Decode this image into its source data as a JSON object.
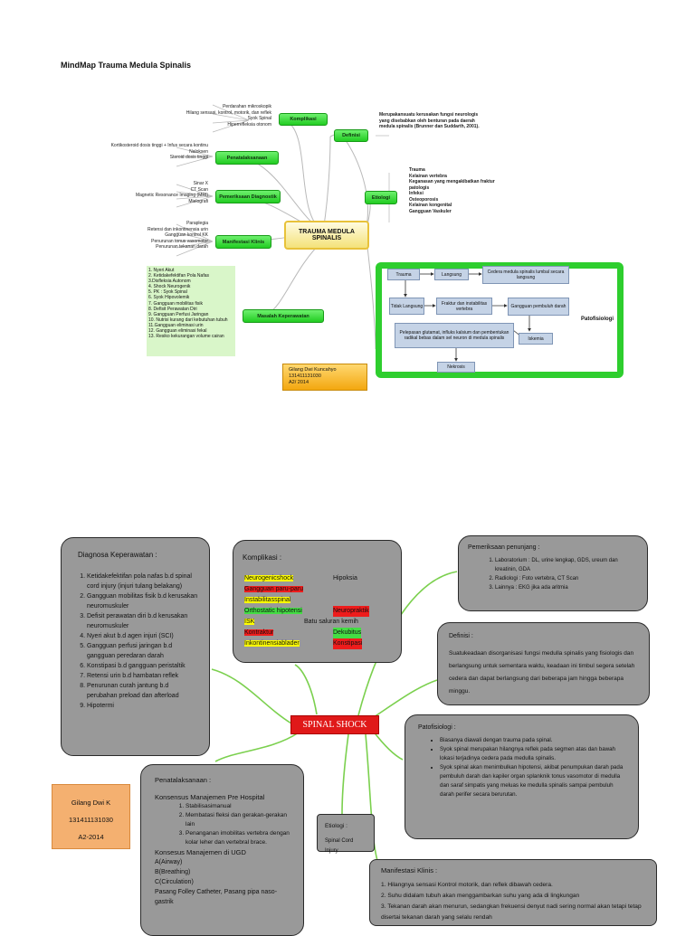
{
  "page_title": "MindMap Trauma Medula Spinalis",
  "mindmap": {
    "center": "TRAUMA MEDULA SPINALIS",
    "komplikasi": {
      "label": "Komplikasi",
      "items": [
        "Perdarahan mikroskopik",
        "Hilang sensasi, kontrol, motorik, dan reflek",
        "Syok Spinal",
        "Hiperrefleksia otonom"
      ]
    },
    "penatalaksanaan": {
      "label": "Penatalaksanaan",
      "items": [
        "Kortikosteroid dosis tinggi + Infus secara kontinu",
        "Naloksen",
        "Steroid dosis tinggi"
      ]
    },
    "pemeriksaan": {
      "label": "Pemeriksaan Diagnostik",
      "items": [
        "Sinar X",
        "CT Scan",
        "Magnetic Resonance Imaging (MRI)",
        "Mielografi"
      ]
    },
    "manifestasi": {
      "label": "Manifestasi Klinis",
      "items": [
        "Paraplegia",
        "Retensi dan inkontinensia urin",
        "Gangguan kontrol KK",
        "Penurunan tonus vasomotor",
        "Penurunan tekanan darah"
      ]
    },
    "masalah": {
      "label": "Masalah Keperawatan",
      "items": [
        "1. Nyeri Akut",
        "2. Ketidakefektifan Pola Nafas",
        "3.Disfleksia Autonom",
        "4. Shock Neurogenik",
        "5. PK : Syok Spinal",
        "6. Syok Hipovolemik",
        "7. Gangguan mobilitas fisik",
        "8. Defisit Perawatan Diri",
        "9. Gangguan Perfusi Jaringan",
        "10. Nutrisi kurang dari kebutuhan tubuh",
        "11.Gangguan eliminasi urin",
        "12. Gangguan eliminasi fekal",
        "13. Resiko kekurangan volume cairan"
      ]
    },
    "definisi": {
      "label": "Definisi",
      "text": "Merupakansuatu kerusakan fungsi neurologis yang disebabkan oleh benturan pada daerah medula spinalis (Brunner dan Suddarth, 2001)."
    },
    "etiologi": {
      "label": "Etiologi",
      "items": [
        "Trauma",
        "Kelainan vertebra",
        "Keganasan yang mengakibatkan fraktur patologis",
        "Infeksi",
        "Osteoporosis",
        "Kelainan kongenital",
        "Gangguan Vaskuler"
      ]
    },
    "patofisiologi": {
      "label": "Patofisiologi",
      "boxes": {
        "trauma": "Trauma",
        "langsung": "Langsung",
        "cedera": "Cedera medula spinalis lumbal secara langsung",
        "tidak": "Tidak Langsung",
        "fraktur": "Fraktur dan instabilitas vertebra",
        "gangguan": "Gangguan pembuluh darah",
        "pelepasan": "Pelepasan glutamat, influks kalsium dan pembentukan radikal bebas dalam sel neuron di medula spinalis",
        "iskemia": "Iskemia",
        "nekrosis": "Nekrosis"
      }
    },
    "author": [
      "Gilang Dwi Kuncahyo",
      "131411131030",
      "A2/ 2014"
    ]
  },
  "shock_map": {
    "center": "SPINAL SHOCK",
    "diagnosa": {
      "title": "Diagnosa Keperawatan :",
      "items": [
        "Ketidakefektifan pola nafas b.d spinal cord injury (injuri tulang belakang)",
        "Gangguan mobilitas fisik b.d kerusakan neuromuskuler",
        "Defisit perawatan diri b.d kerusakan neuromuskuler",
        "Nyeri akut b.d agen injuri (SCI)",
        "Gangguan perfusi jaringan b.d gangguan peredaran darah",
        "Konstipasi b.d gangguan peristaltik",
        "Retensi urin b.d hambatan reflek",
        "Penurunan curah jantung b.d perubahan preload dan afterload",
        "Hipotermi"
      ]
    },
    "komplikasi": {
      "title": "Komplikasi :",
      "rows": [
        [
          "Neurogenicshock",
          "Hipoksia"
        ],
        [
          "Gangguan paru-paru",
          ""
        ],
        [
          "Instabilitasspinal",
          ""
        ],
        [
          "Orthostatic hipotensi",
          "Neuropraktik"
        ],
        [
          "ISK",
          "Batu saluran kemih"
        ],
        [
          "Kontraktur",
          "Dekubitus"
        ],
        [
          "Inkontinensiablader",
          "Konstipasi"
        ]
      ]
    },
    "pemeriksaan": {
      "title": "Pemeriksaan penunjang :",
      "items": [
        "Laboratorium : DL, urine lengkap, GDS, ureum dan kreatinin, GDA",
        "Radiologi : Foto vertebra, CT Scan",
        "Lainnya : EKG jika ada aritmia"
      ]
    },
    "definisi": {
      "title": "Definisi :",
      "text": "Suatukeadaan disorganisasi fungsi medulla spinalis yang fisiologis dan berlangsung untuk sementara waktu, keadaan ini timbul segera setelah cedera dan dapat berlangsung dari beberapa jam hingga beberapa minggu."
    },
    "patofisiologi": {
      "title": "Patofisiologi :",
      "items": [
        "Biasanya diawali dengan trauma pada spinal.",
        "Syok spinal merupakan hilangnya reflek pada segmen atas dan bawah lokasi terjadinya cedera pada medulla spinalis.",
        "Syok spinal akan menimbulkan hipotensi, akibat penumpukan darah pada pembuluh darah dan kapiler organ splanknik tonus vasomotor di medulla dan saraf simpatis yang meluas ke medulla spinalis sampai pembuluh darah perifer secara berurutan."
      ]
    },
    "penatalaksanaan": {
      "title": "Penatalaksanaan :",
      "sub1": "Konsensus Manajemen Pre Hospital",
      "items1": [
        "Stabilisasimanual",
        "Membatasi fleksi dan gerakan-gerakan lain",
        "Penanganan imobilitas vertebra dengan kolar leher dan vertebral brace."
      ],
      "sub2": "Konsesus Manajemen di UGD",
      "items2": [
        "A(Airway)",
        "B(Breathing)",
        "C(Circulation)",
        "Pasang Folley Catheter, Pasang pipa naso-gastrik"
      ]
    },
    "etiologi": {
      "title": "Etiologi :",
      "text": "Spinal Cord Injury"
    },
    "manifestasi": {
      "title": "Manifestasi Klinis :",
      "items": [
        "1. Hilangnya sensasi Kontrol motorik, dan reflek dibawah cedera.",
        "2. Suhu didalam tubuh akan menggambarkan suhu yang ada di lingkungan",
        "3. Tekanan darah akan menurun, sedangkan frekuensi denyut nadi sering normal akan tetapi tetap disertai tekanan darah yang selalu rendah"
      ]
    },
    "author": [
      "Gilang Dwi K",
      "131411131030",
      "A2-2014"
    ]
  },
  "colors": {
    "node_green": "#2ece2e",
    "center_yellow": "#f4e27a",
    "author_orange": "#f3a70f",
    "shock_red": "#e01919",
    "gray_box": "#999999",
    "connector_green": "#7bd04e"
  }
}
